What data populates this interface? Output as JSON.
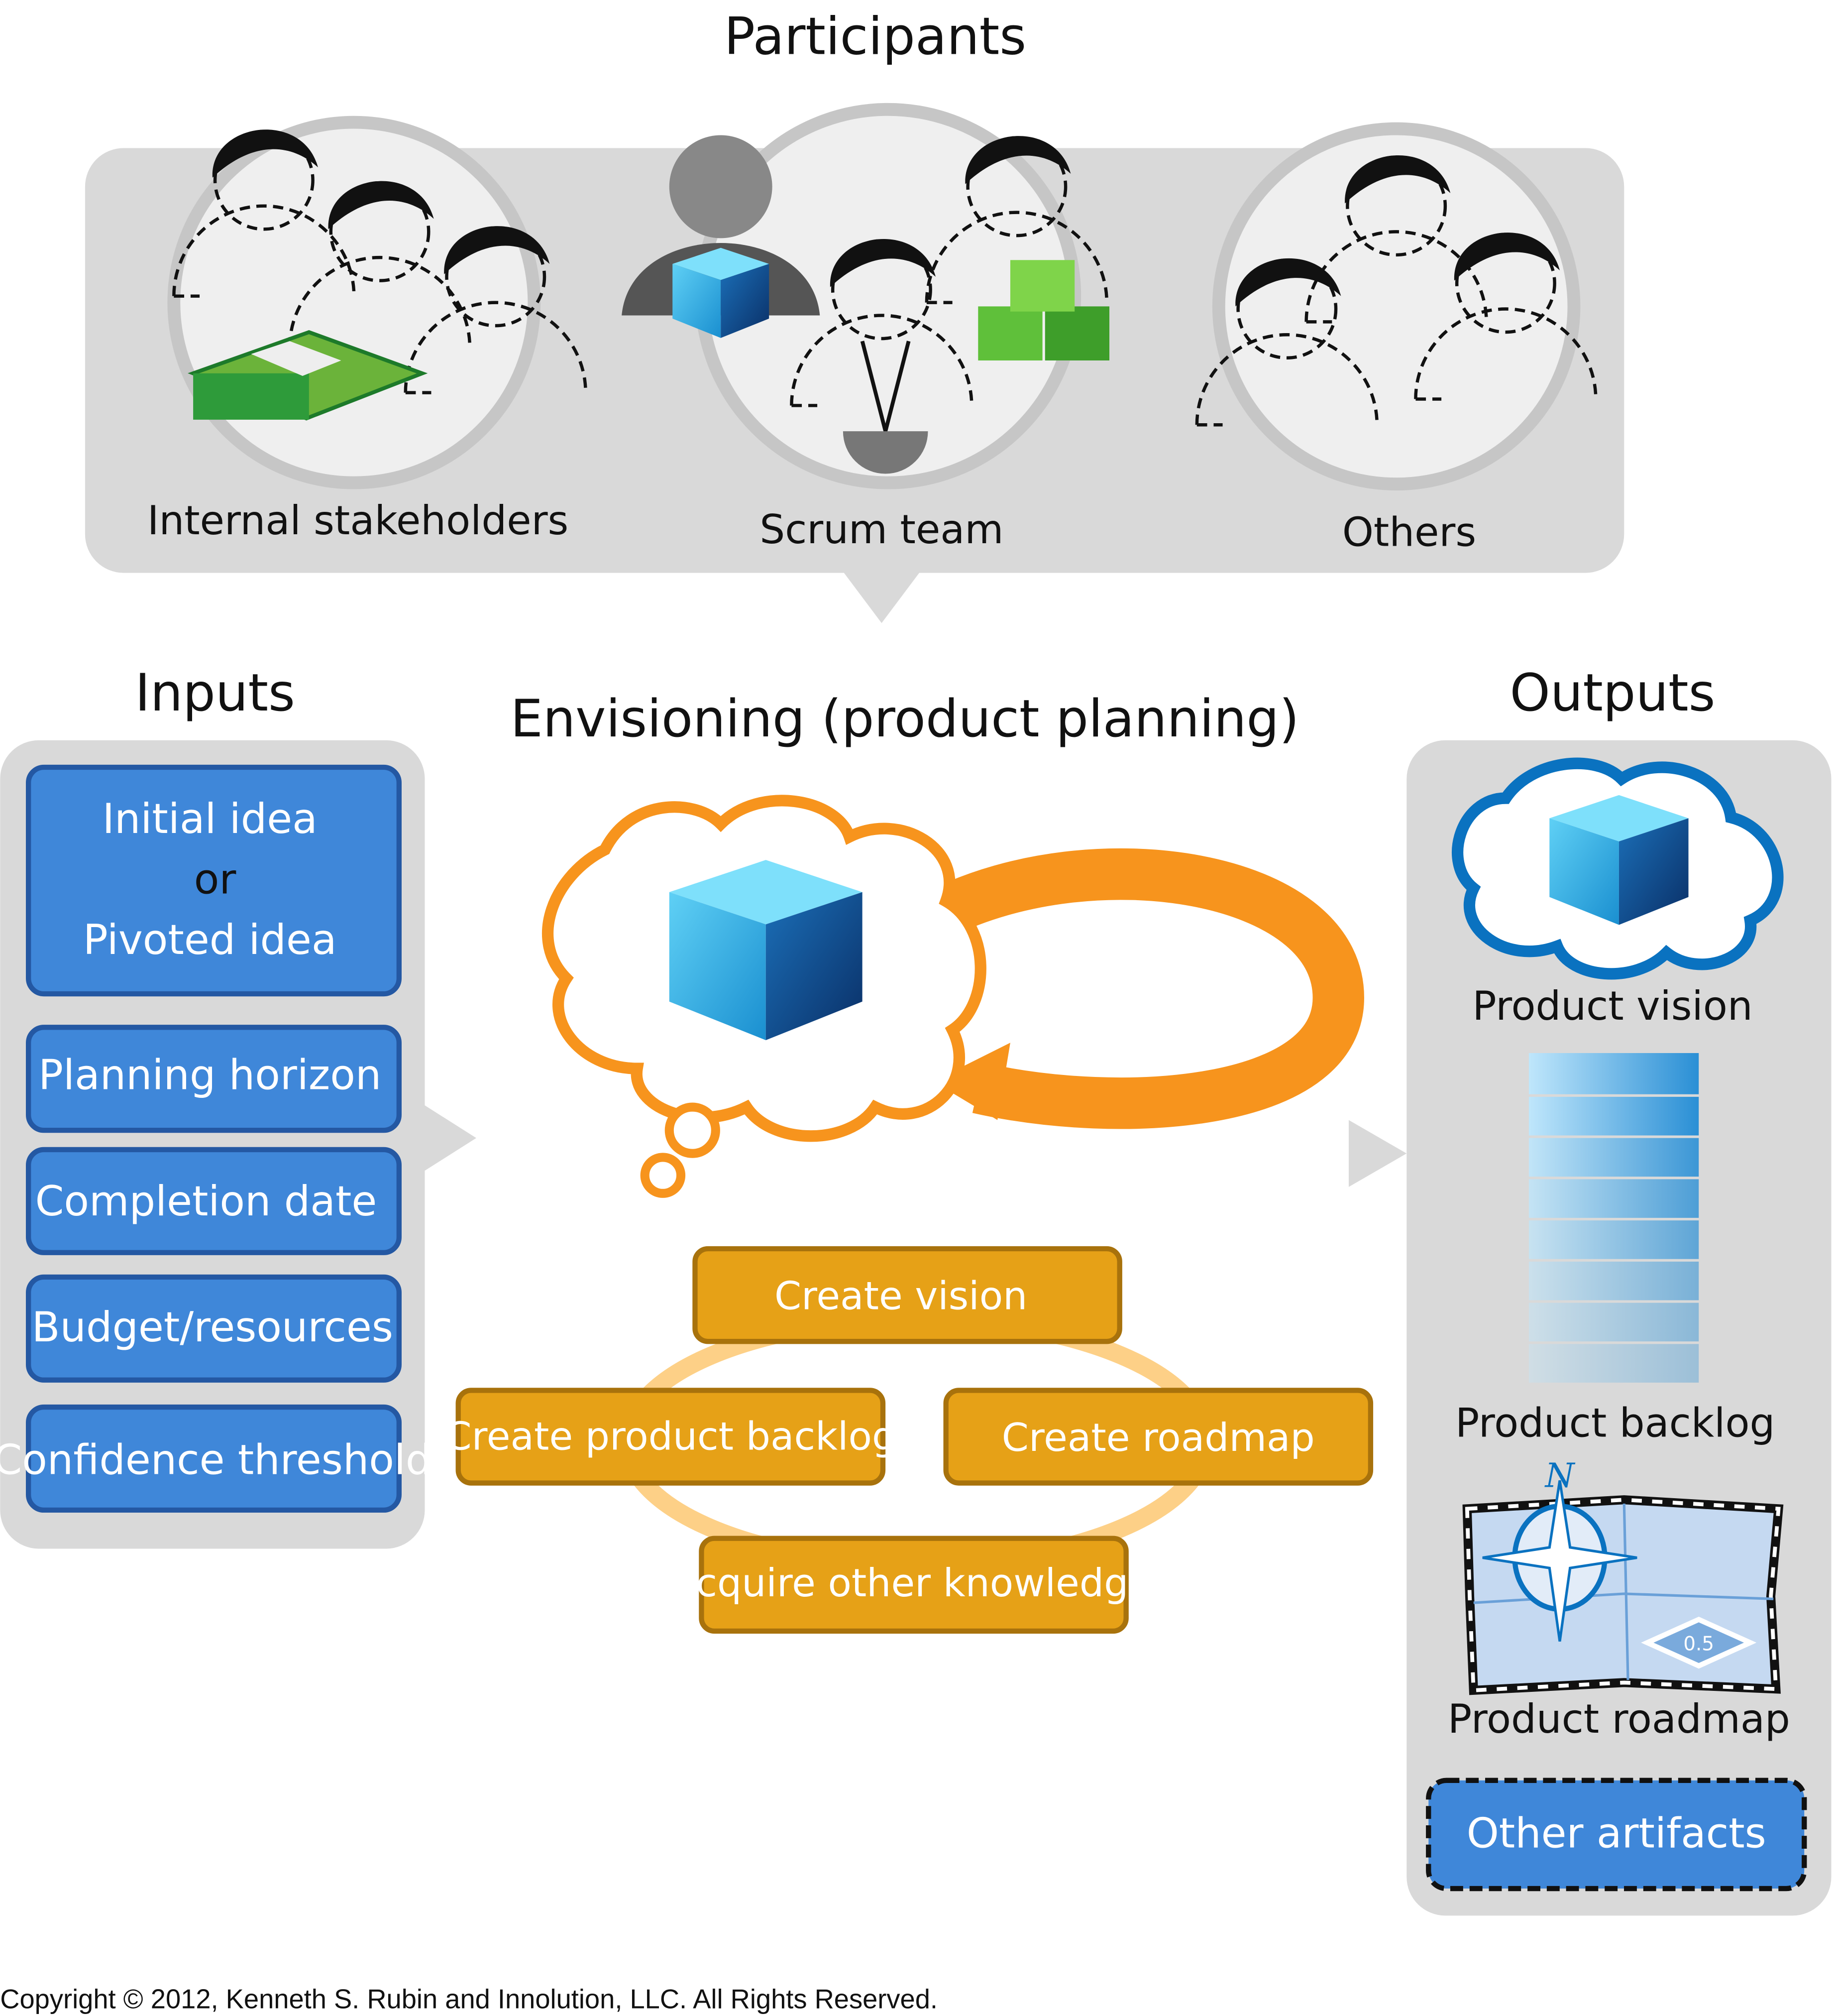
{
  "participants": {
    "title": "Participants",
    "groups": [
      {
        "label": "Internal stakeholders"
      },
      {
        "label": "Scrum team"
      },
      {
        "label": "Others"
      }
    ]
  },
  "inputs": {
    "title": "Inputs",
    "items": [
      {
        "lines": [
          "Initial idea",
          "or",
          "Pivoted idea"
        ]
      },
      {
        "label": "Planning horizon"
      },
      {
        "label": "Completion date"
      },
      {
        "label": "Budget/resources"
      },
      {
        "label": "Confidence threshold"
      }
    ]
  },
  "envisioning": {
    "title": "Envisioning (product planning)",
    "activities": [
      "Create vision",
      "Create product backlog",
      "Create roadmap",
      "Acquire other knowledge"
    ]
  },
  "outputs": {
    "title": "Outputs",
    "items": [
      {
        "label": "Product vision"
      },
      {
        "label": "Product backlog"
      },
      {
        "label": "Product roadmap",
        "compass_letter": "N",
        "badge": "0.5"
      },
      {
        "label": "Other artifacts"
      }
    ]
  },
  "copyright": "Copyright © 2012, Kenneth S. Rubin and Innolution, LLC. All Rights Reserved.",
  "colors": {
    "panel": "#d9d9d9",
    "input_box": "#3f87d9",
    "activity_box": "#e6a117",
    "loop": "#f7941d",
    "ring": "#fdd087"
  }
}
